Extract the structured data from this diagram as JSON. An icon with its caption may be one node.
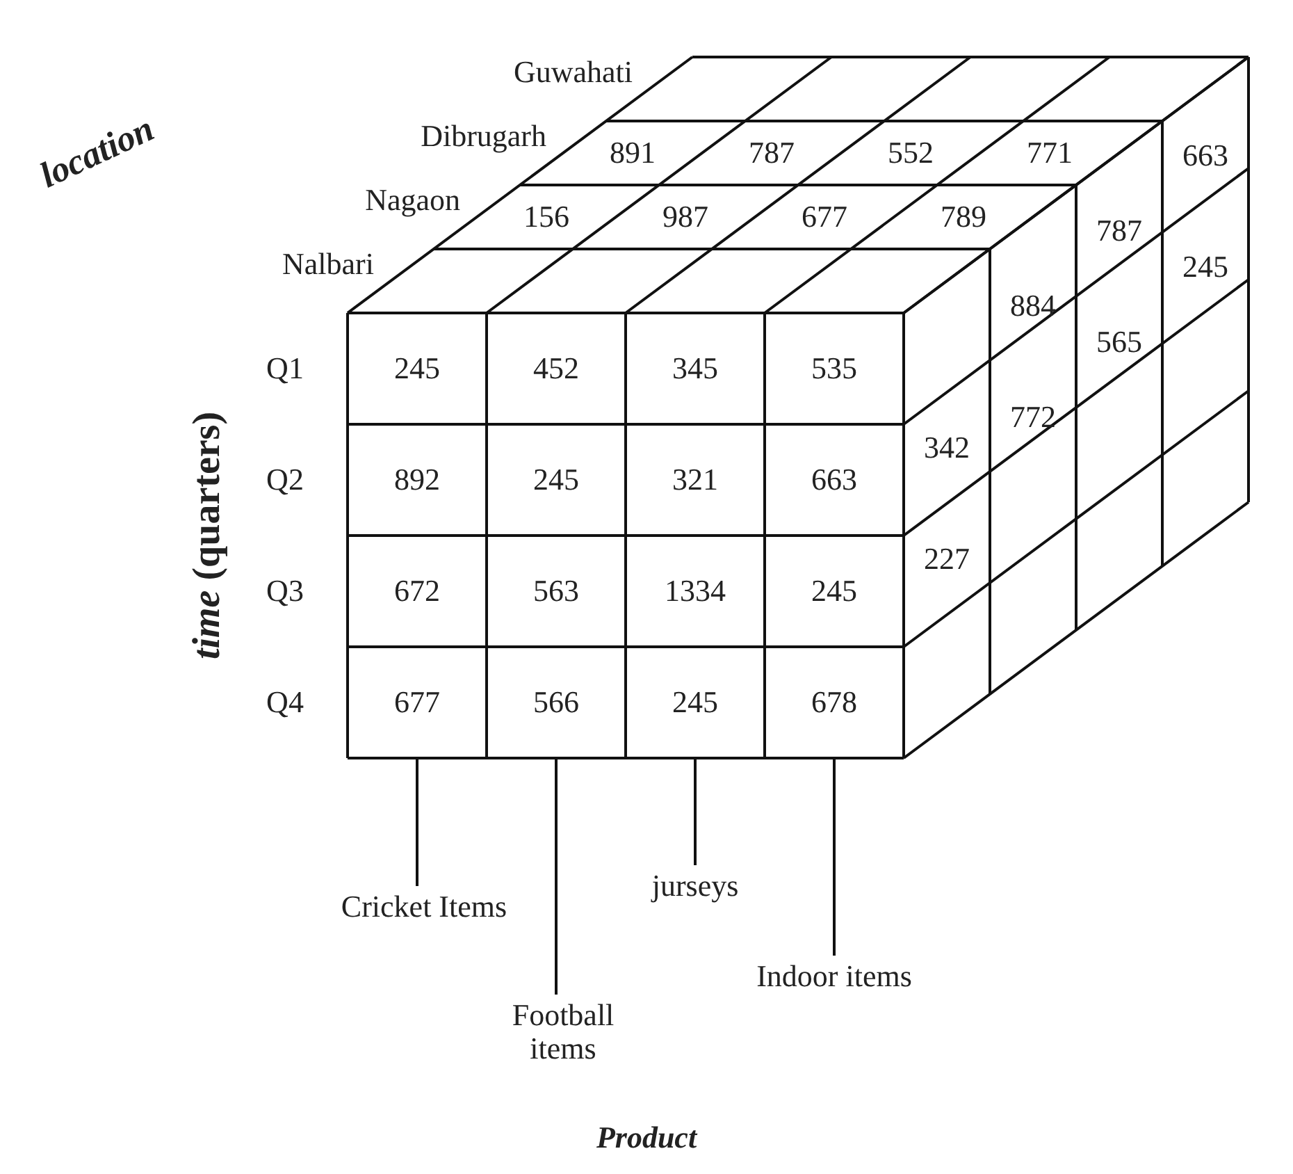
{
  "diagram": {
    "nodes": [
      {
        "text": [
          "Cricket Items"
        ]
      },
      {
        "text": [
          "Football items"
        ]
      },
      {
        "text": [
          "jurseys"
        ]
      },
      {
        "text": [
          "Indoor items"
        ]
      }
    ],
    "edges": [
      {
        "from": 0,
        "to": null,
        "arrow": "none"
      },
      {
        "from": 1,
        "to": null,
        "arrow": "none"
      },
      {
        "from": 2,
        "to": null,
        "arrow": "none"
      },
      {
        "from": 3,
        "to": null,
        "arrow": "none"
      }
    ],
    "labels": [
      "location",
      "Guwahati",
      "Dibrugarh",
      "Nagaon",
      "Nalbari",
      "891",
      "787",
      "552",
      "771",
      "156",
      "987",
      "677",
      "789",
      "*time* (quarters)",
      "Q1",
      "Q2",
      "Q3",
      "Q4",
      "245",
      "452",
      "345",
      "535",
      "892",
      "245",
      "321",
      "663",
      "672",
      "563",
      "1334",
      "245",
      "677",
      "566",
      "245",
      "678",
      "342",
      "227",
      "884",
      "772",
      "787",
      "565",
      "663",
      "245",
      "Product"
    ]
  }
}
